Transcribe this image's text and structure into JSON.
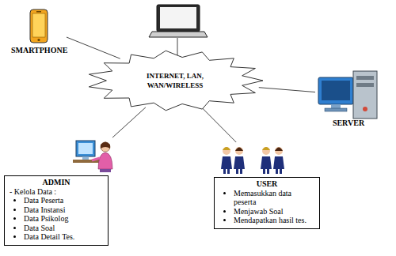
{
  "diagram": {
    "nodes": [
      {
        "text": [
          "SMARTPHONE"
        ]
      },
      {
        "text": [
          "INTERNET, LAN, WAN/WIRELESS"
        ]
      },
      {
        "text": [
          "SERVER"
        ]
      },
      {
        "text": [
          "ADMIN",
          "- Kelola Data :",
          "Data Peserta",
          "Data Instansi",
          "Data Psikolog",
          "Data Soal",
          "Data Detail Tes."
        ]
      },
      {
        "text": [
          "USER",
          "Memasukkan data peserta",
          "Menjawab Soal",
          "Mendapatkan hasil tes."
        ]
      }
    ],
    "edges": [
      {
        "from": 0,
        "to": 1,
        "arrow": "none"
      },
      {
        "from": 1,
        "to": 2,
        "arrow": "none"
      },
      {
        "from": 1,
        "to": 3,
        "arrow": "none"
      },
      {
        "from": 1,
        "to": 4,
        "arrow": "none"
      }
    ]
  }
}
